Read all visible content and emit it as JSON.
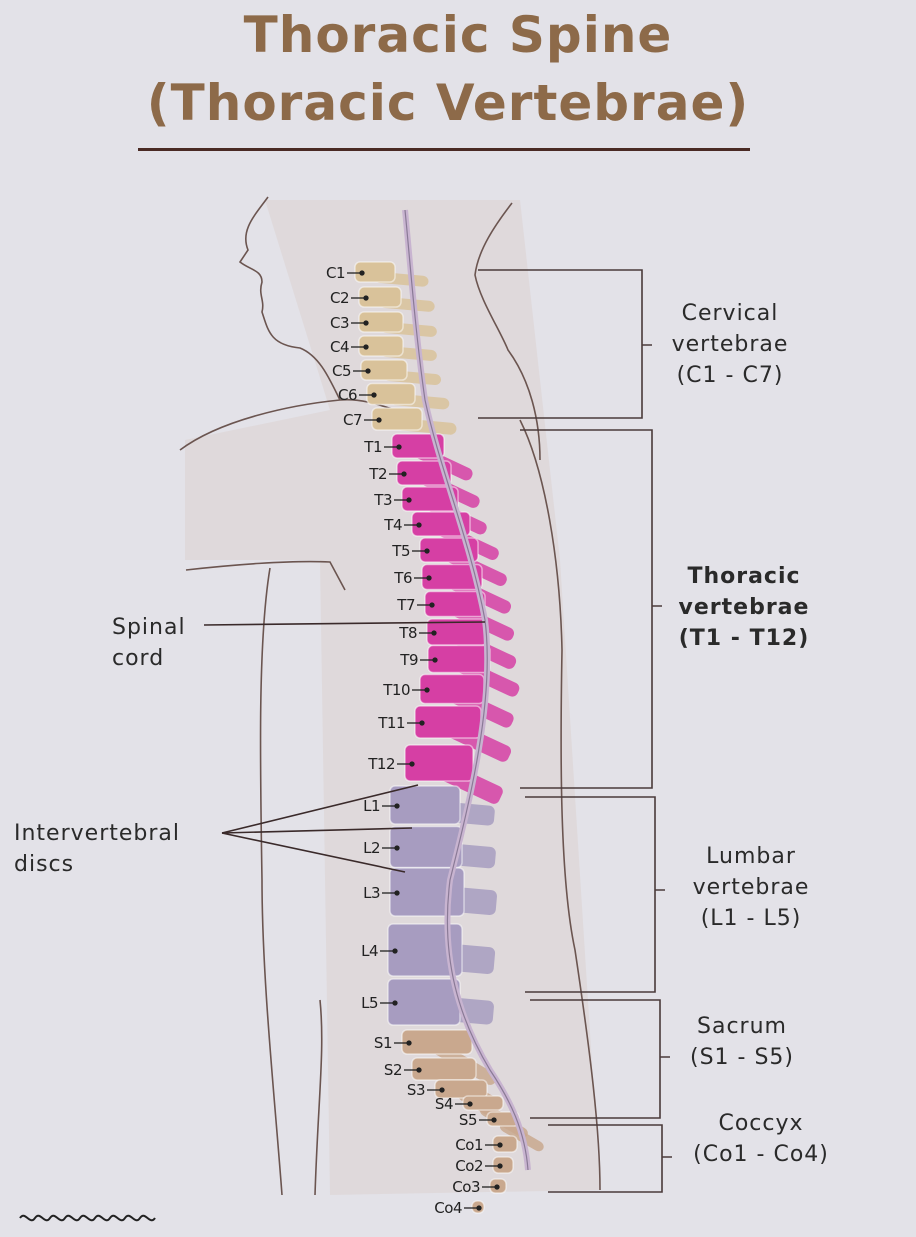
{
  "title": {
    "line1": "Thoracic Spine",
    "line2": "(Thoracic Vertebrae)"
  },
  "vertebrae": [
    "C1",
    "C2",
    "C3",
    "C4",
    "C5",
    "C6",
    "C7",
    "T1",
    "T2",
    "T3",
    "T4",
    "T5",
    "T6",
    "T7",
    "T8",
    "T9",
    "T10",
    "T11",
    "T12",
    "L1",
    "L2",
    "L3",
    "L4",
    "L5",
    "S1",
    "S2",
    "S3",
    "S4",
    "S5",
    "Co1",
    "Co2",
    "Co3",
    "Co4"
  ],
  "regions": {
    "cervical": {
      "line1": "Cervical",
      "line2": "vertebrae",
      "line3": "(C1 - C7)",
      "color": "#d9c29a"
    },
    "thoracic": {
      "line1": "Thoracic",
      "line2": "vertebrae",
      "line3": "(T1 - T12)",
      "color": "#d63fa4"
    },
    "lumbar": {
      "line1": "Lumbar",
      "line2": "vertebrae",
      "line3": "(L1 - L5)",
      "color": "#a79cc0"
    },
    "sacrum": {
      "line1": "Sacrum",
      "line2": "(S1 - S5)",
      "color": "#c9a88e"
    },
    "coccyx": {
      "line1": "Coccyx",
      "line2": "(Co1 - Co4)",
      "color": "#c9a88e"
    }
  },
  "left_labels": {
    "spinal_cord": {
      "line1": "Spinal",
      "line2": "cord"
    },
    "discs": {
      "line1": "Intervertebral",
      "line2": "discs"
    }
  },
  "colors": {
    "title": "#8d6a49",
    "background": "#e3e2e8"
  }
}
